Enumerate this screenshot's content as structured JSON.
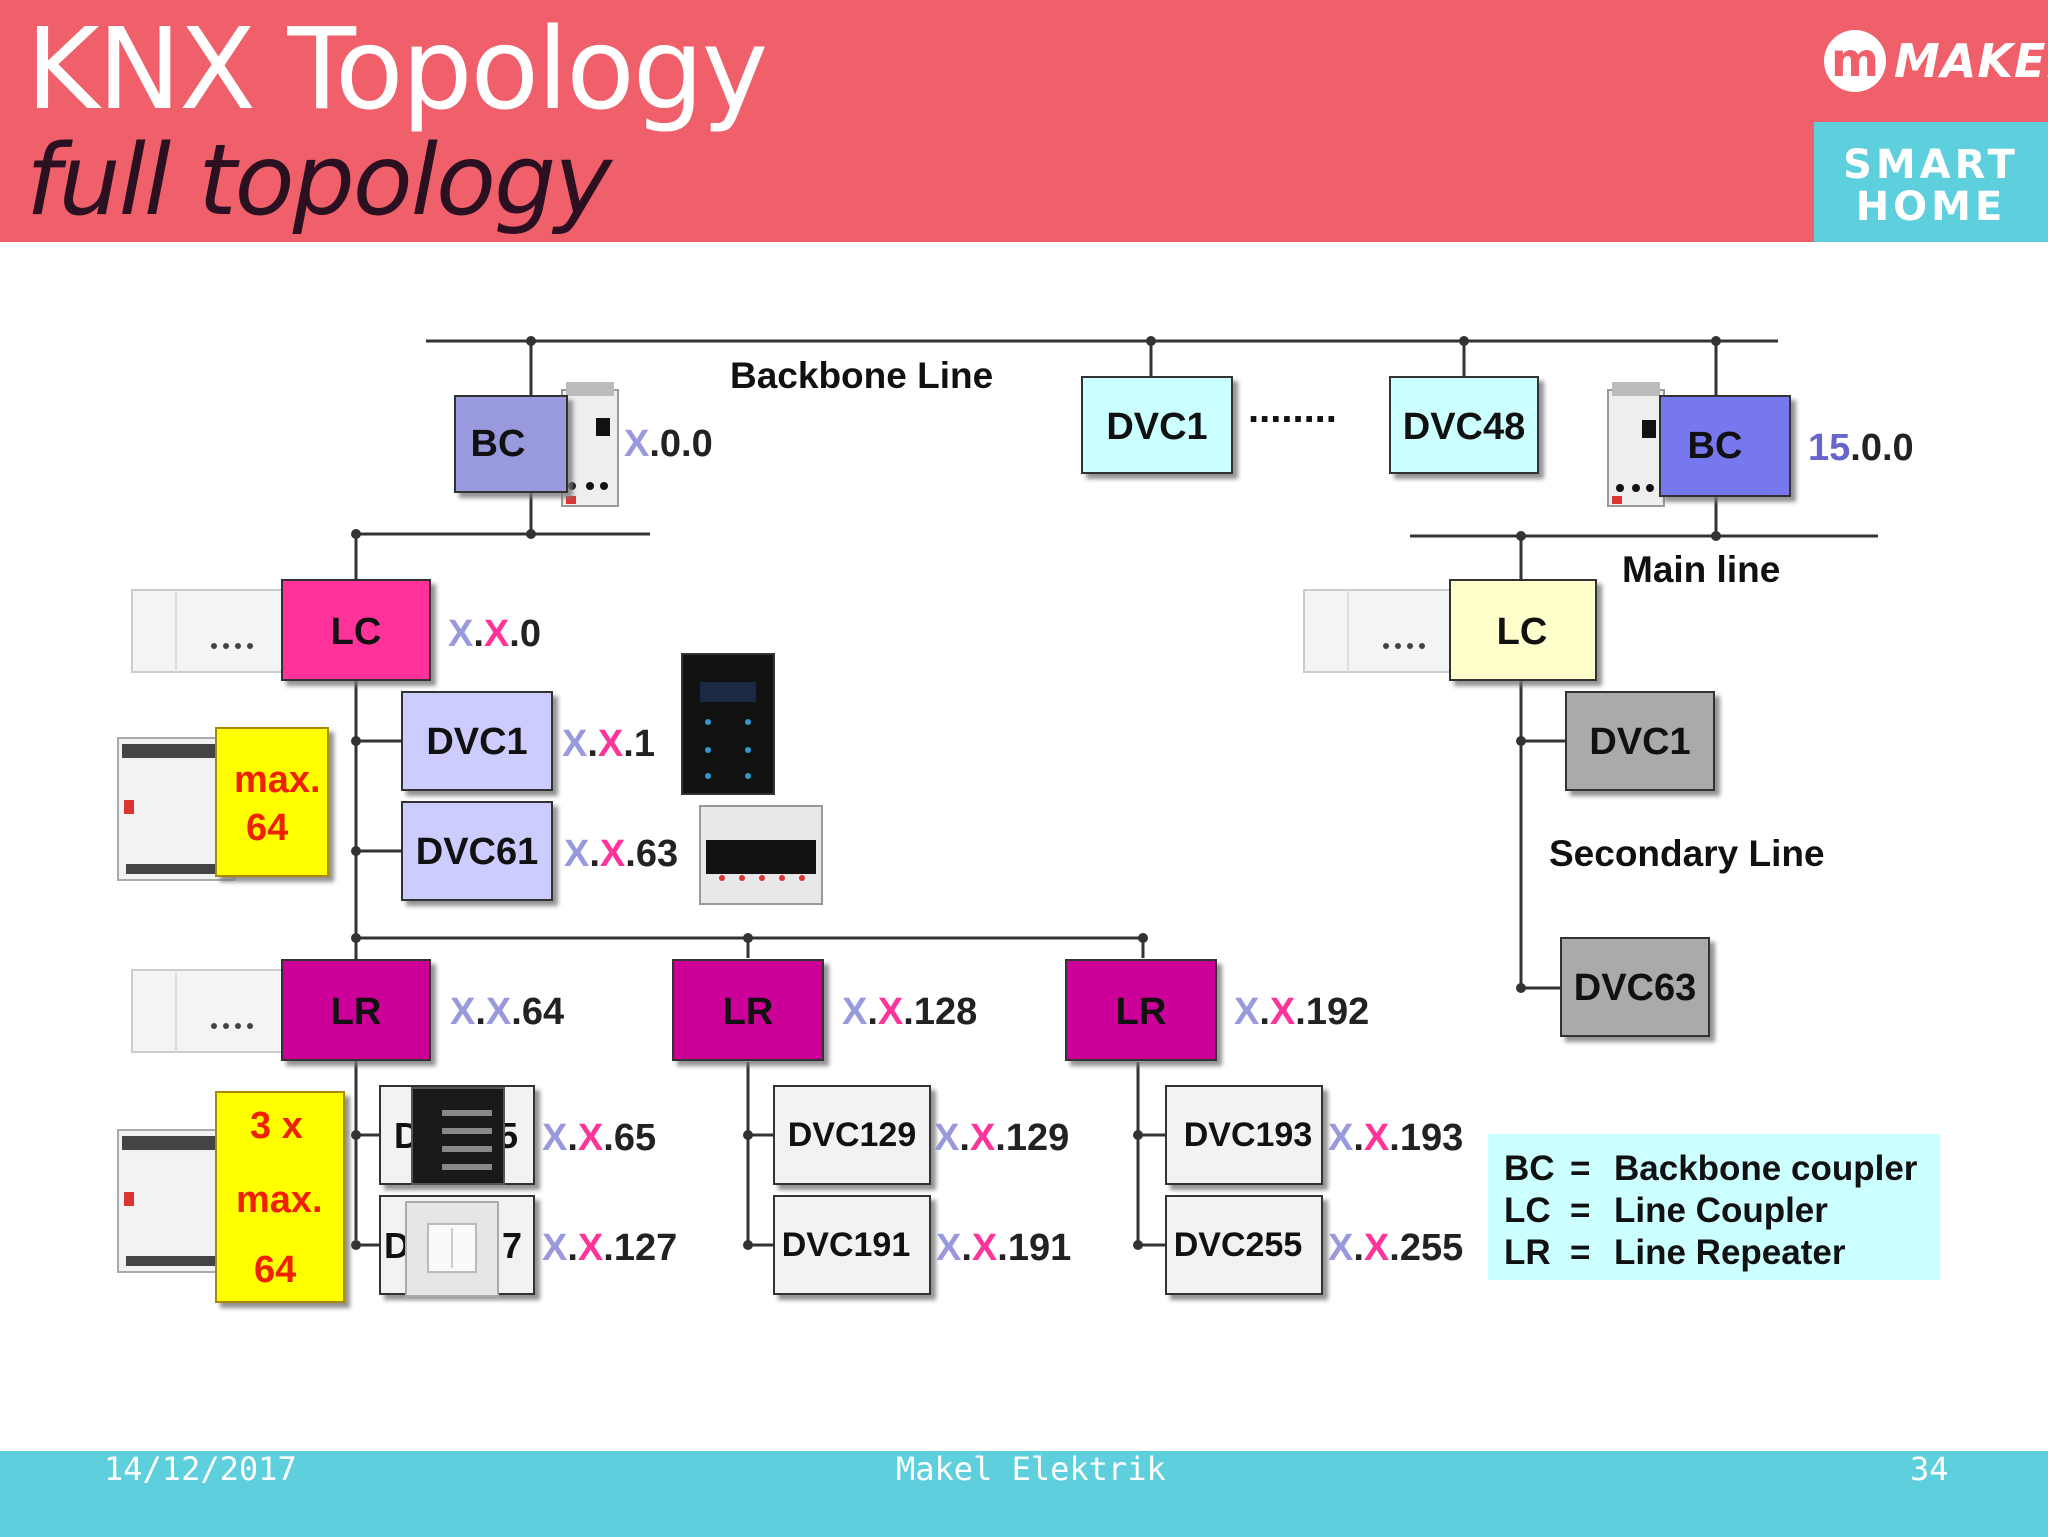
{
  "header": {
    "title": "KNX Topology",
    "subtitle": "full topology",
    "logo": {
      "brand": "MAKEL",
      "badge_line1": "SMART",
      "badge_line2": "HOME"
    }
  },
  "diagram": {
    "backbone_line_label": "Backbone Line",
    "main_line_label": "Main line",
    "secondary_line_label": "Secondary Line",
    "dots": "........",
    "boxes": {
      "bc_left": "BC",
      "bc_right": "BC",
      "dvc1_top": "DVC1",
      "dvc48": "DVC48",
      "lc_left": "LC",
      "lc_right": "LC",
      "dvc1_left": "DVC1",
      "dvc61": "DVC61",
      "dvc1_right": "DVC1",
      "dvc63": "DVC63",
      "lr1": "LR",
      "lr2": "LR",
      "lr3": "LR",
      "dvc65_left": "D",
      "dvc65_right": "5",
      "dvc127_left": "D",
      "dvc127_right": "7",
      "dvc129": "DVC129",
      "dvc191": "DVC191",
      "dvc193": "DVC193",
      "dvc255": "DVC255"
    },
    "addresses": {
      "bc_left": {
        "pre": "X",
        "post": ".0.0"
      },
      "bc_right": {
        "pre": "15",
        "post": ".0.0"
      },
      "lc_left": {
        "pre1": "X",
        "pre2": "X",
        "post": ".0"
      },
      "dvc1": {
        "pre1": "X",
        "pre2": "X",
        "post": ".1"
      },
      "dvc61": {
        "pre1": "X",
        "pre2": "X",
        "post": ".63"
      },
      "lr1": {
        "pre1": "X",
        "pre2": "X",
        "post": ".64"
      },
      "lr2": {
        "pre1": "X",
        "pre2": "X",
        "post": ".128"
      },
      "lr3": {
        "pre1": "X",
        "pre2": "X",
        "post": ".192"
      },
      "d65": {
        "pre1": "X",
        "pre2": "X",
        "post": ".65"
      },
      "d127": {
        "pre1": "X",
        "pre2": "X",
        "post": ".127"
      },
      "d129": {
        "pre1": "X",
        "pre2": "X",
        "post": ".129"
      },
      "d191": {
        "pre1": "X",
        "pre2": "X",
        "post": ".191"
      },
      "d193": {
        "pre1": "X",
        "pre2": "X",
        "post": ".193"
      },
      "d255": {
        "pre1": "X",
        "pre2": "X",
        "post": ".255"
      }
    },
    "notes": {
      "max64_line1": "max.",
      "max64_line2": "64",
      "three_max_line1": "3 x",
      "three_max_line2": "max.",
      "three_max_line3": "64"
    },
    "legend": {
      "row1": {
        "abbr": "BC",
        "eq": "=",
        "desc": "Backbone coupler"
      },
      "row2": {
        "abbr": "LC",
        "eq": "=",
        "desc": "Line Coupler"
      },
      "row3": {
        "abbr": "LR",
        "eq": "=",
        "desc": "Line Repeater"
      }
    },
    "colors": {
      "bc": "#9999dd",
      "dvc_top": "#ccffff",
      "lc_left": "#ff3399",
      "lc_right": "#ffffcc",
      "dvc_left": "#ccccff",
      "dvc_right": "#aaaaaa",
      "lr": "#cc0099",
      "dvc_bottom": "#f2f2f2",
      "note": "#ffff00",
      "legend": "#ccffff",
      "addr_x1": "#9999dd",
      "addr_x2": "#ff3399"
    }
  },
  "footer": {
    "date": "14/12/2017",
    "company": "Makel Elektrik",
    "page": "34"
  }
}
